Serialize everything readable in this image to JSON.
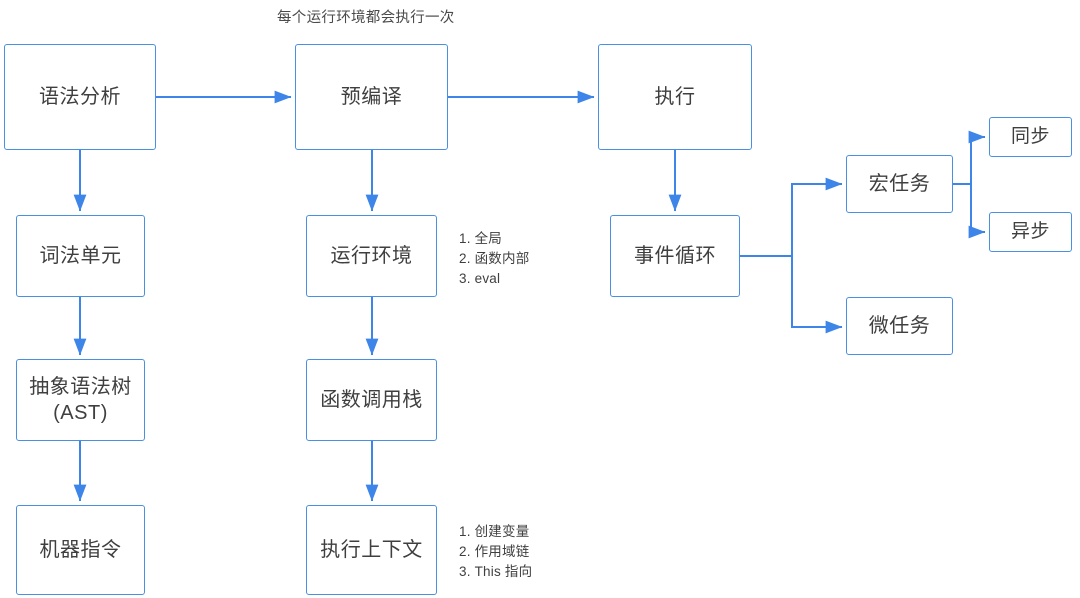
{
  "diagram": {
    "title_caption": "每个运行环境都会执行一次",
    "accent_line_color": "#3d85e8",
    "node_border_color": "#4a90e2",
    "text_color": "#3f3f3f",
    "background": "#ffffff"
  },
  "nodes": {
    "syntax_analysis": "语法分析",
    "lexical_unit": "词法单元",
    "ast": "抽象语法树\n(AST)",
    "machine_code": "机器指令",
    "precompile": "预编译",
    "runtime_env": "运行环境",
    "call_stack": "函数调用栈",
    "exec_context": "执行上下文",
    "execute": "执行",
    "event_loop": "事件循环",
    "macro_task": "宏任务",
    "micro_task": "微任务",
    "sync": "同步",
    "async": "异步"
  },
  "notes": {
    "runtime_env_note": "1. 全局\n2. 函数内部\n3. eval",
    "exec_context_note": "1. 创建变量\n2. 作用域链\n3. This 指向"
  },
  "edges": [
    {
      "name": "syntax-analysis-to-precompile",
      "from": "语法分析",
      "to": "预编译",
      "arrow": true
    },
    {
      "name": "syntax-analysis-to-lexical-unit",
      "from": "语法分析",
      "to": "词法单元",
      "arrow": true
    },
    {
      "name": "lexical-unit-to-ast",
      "from": "词法单元",
      "to": "抽象语法树(AST)",
      "arrow": true
    },
    {
      "name": "ast-to-machine-code",
      "from": "抽象语法树(AST)",
      "to": "机器指令",
      "arrow": true
    },
    {
      "name": "precompile-to-execute",
      "from": "预编译",
      "to": "执行",
      "arrow": true
    },
    {
      "name": "precompile-to-runtime-env",
      "from": "预编译",
      "to": "运行环境",
      "arrow": true
    },
    {
      "name": "runtime-env-to-call-stack",
      "from": "运行环境",
      "to": "函数调用栈",
      "arrow": true
    },
    {
      "name": "call-stack-to-exec-context",
      "from": "函数调用栈",
      "to": "执行上下文",
      "arrow": true
    },
    {
      "name": "execute-to-event-loop",
      "from": "执行",
      "to": "事件循环",
      "arrow": true
    },
    {
      "name": "event-loop-to-macro-task",
      "from": "事件循环",
      "to": "宏任务",
      "arrow": true
    },
    {
      "name": "event-loop-to-micro-task",
      "from": "事件循环",
      "to": "微任务",
      "arrow": true
    },
    {
      "name": "macro-task-to-sync",
      "from": "宏任务",
      "to": "同步",
      "arrow": true
    },
    {
      "name": "macro-task-to-async",
      "from": "宏任务",
      "to": "异步",
      "arrow": true
    }
  ]
}
